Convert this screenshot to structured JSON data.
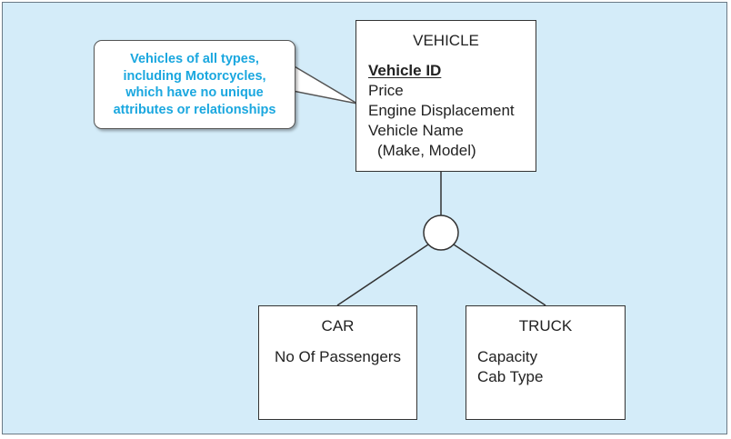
{
  "vehicle": {
    "name": "VEHICLE",
    "key_attribute": "Vehicle ID",
    "attributes": [
      "Price",
      "Engine Displacement",
      "Vehicle Name",
      "(Make, Model)"
    ]
  },
  "car": {
    "name": "CAR",
    "attributes": [
      "No Of Passengers"
    ]
  },
  "truck": {
    "name": "TRUCK",
    "attributes": [
      "Capacity",
      "Cab Type"
    ]
  },
  "callout": {
    "lines": [
      "Vehicles of all types,",
      "including Motorcycles,",
      "which have no unique",
      "attributes or relationships"
    ]
  },
  "colors": {
    "background": "#d4ecf9",
    "callout_text": "#1aa7df",
    "line": "#333333"
  }
}
